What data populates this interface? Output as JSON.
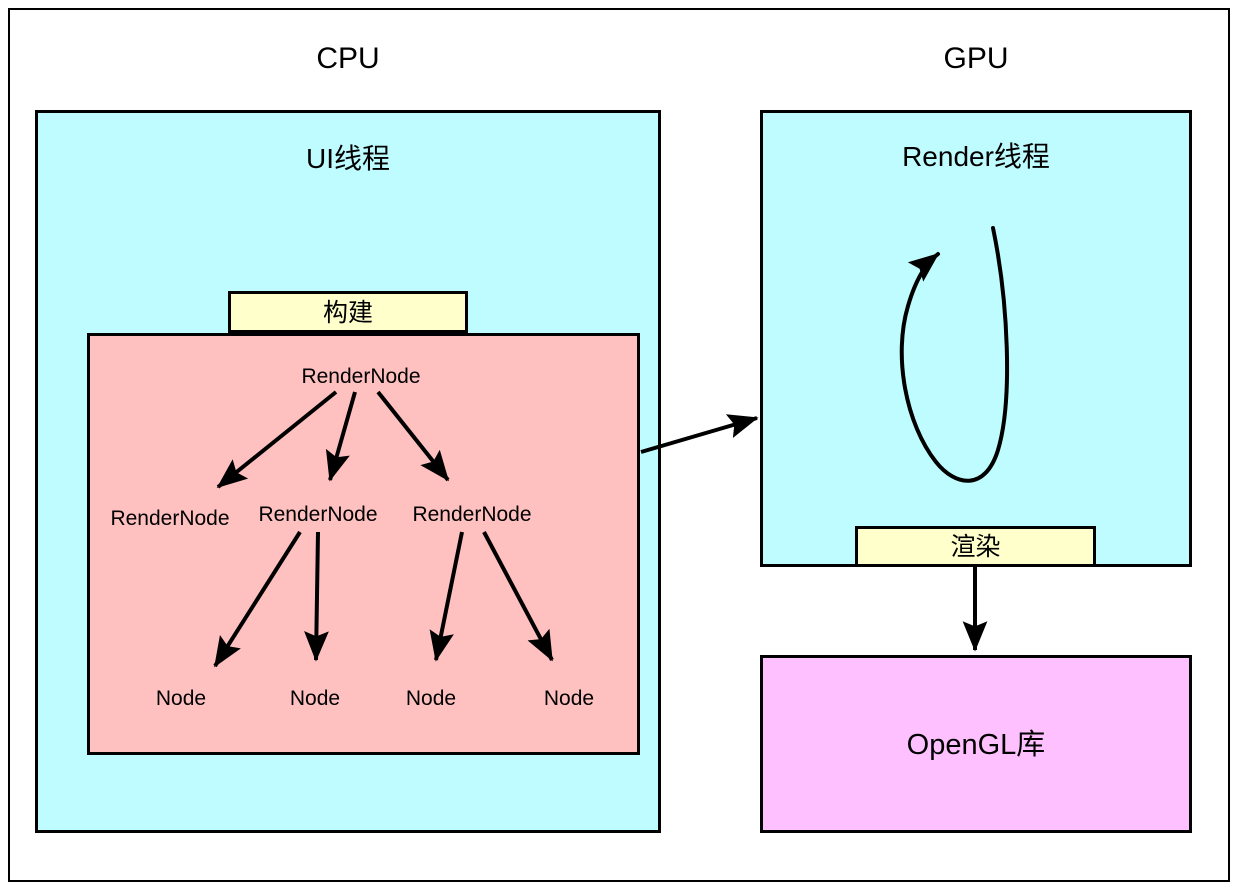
{
  "diagram": {
    "columns": {
      "cpu_title": "CPU",
      "gpu_title": "GPU"
    },
    "ui_thread": {
      "label": "UI线程",
      "fill": "#bffcff",
      "stage_label": "构建",
      "stage_fill": "#ffffcc"
    },
    "render_thread": {
      "label": "Render线程",
      "fill": "#bffcff",
      "stage_label": "渲染",
      "stage_fill": "#ffffcc"
    },
    "opengl": {
      "label": "OpenGL库",
      "fill": "#ffc0ff"
    },
    "tree": {
      "fill": "#ffc0c0",
      "root": {
        "label": "RenderNode"
      },
      "level2": [
        {
          "label": "RenderNode"
        },
        {
          "label": "RenderNode"
        },
        {
          "label": "RenderNode"
        }
      ],
      "level3": [
        {
          "label": "Node"
        },
        {
          "label": "Node"
        },
        {
          "label": "Node"
        },
        {
          "label": "Node"
        }
      ]
    },
    "colors": {
      "stroke": "#000000",
      "background": "#ffffff"
    }
  }
}
